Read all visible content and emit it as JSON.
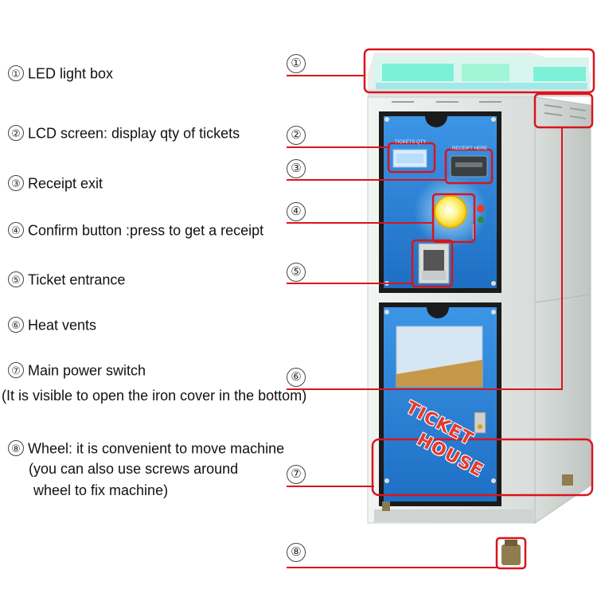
{
  "labels": [
    {
      "num": "①",
      "text": "LED light box"
    },
    {
      "num": "②",
      "text": "LCD screen: display qty of tickets"
    },
    {
      "num": "③",
      "text": "Receipt exit"
    },
    {
      "num": "④",
      "text": "Confirm button :press to get a receipt"
    },
    {
      "num": "⑤",
      "text": "Ticket entrance"
    },
    {
      "num": "⑥",
      "text": "Heat vents"
    },
    {
      "num": "⑦",
      "text": "Main power switch"
    },
    {
      "num": "⑧",
      "text": "Wheel: it is convenient to move machine"
    }
  ],
  "notes": {
    "power_switch_note": "(It is visible to open the iron cover in the bottom)",
    "wheel_note_1": "(you can also use screws around",
    "wheel_note_2": "wheel to fix machine)"
  },
  "callouts": [
    "①",
    "②",
    "③",
    "④",
    "⑤",
    "⑥",
    "⑦",
    "⑧"
  ],
  "machine": {
    "door_text": "TICKET HOUSE",
    "ticket_word": "TICKET",
    "house_word": "HOUSE",
    "lcd_caption": "TICKETS QTY",
    "receipt_caption": "RECEIPT HERE"
  },
  "colors": {
    "leader_line": "#d9141c",
    "panel_blue": "#2a7fd6",
    "cabinet": "#e8ece9",
    "led_glow": "#7df0d8"
  }
}
